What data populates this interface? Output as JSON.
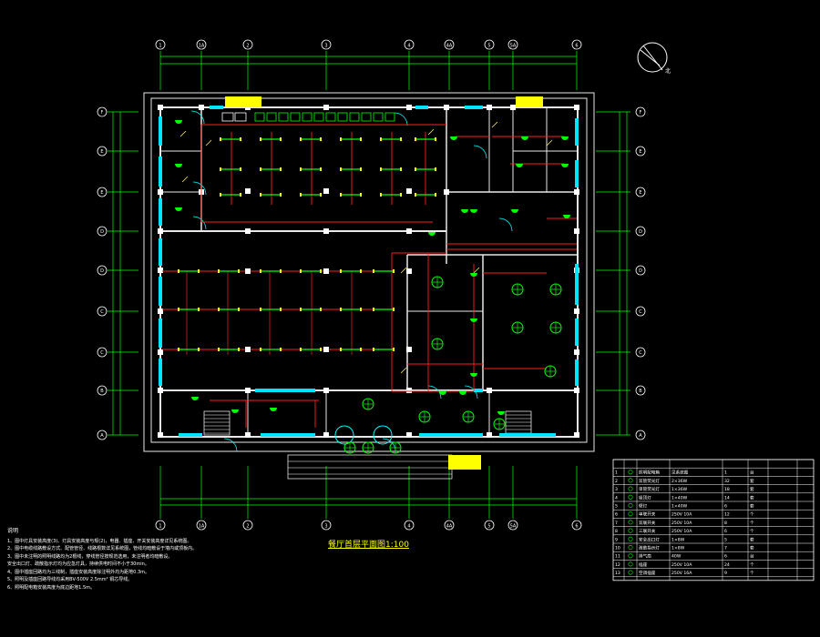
{
  "drawing_title": "餐厅首层平面图1:100",
  "north_label": "北",
  "notes_title": "说明",
  "notes": [
    "1、图中灯具安装高度(3)、灯具安装高度与规(2)，电器、插座、开关安装高度详见系统图。",
    "2、图中电缆线路敷设方式、配管管径、线路根数详见系统图，管线均暗敷设于墙内或顶板内。",
    "3、图中未注明的照明线路均为2根线，穿线管径按规范选用，未注明者均暗敷设。",
    "   安全出口灯、疏散指示灯均为应急灯具，持续供电时间不小于30min。",
    "4、图中插座回路均为三线制，插座安装高度除注明外均为距地0.3m。",
    "5、照明及插座回路导线均采用BV-500V 2.5mm² 铜芯导线。",
    "6、照明配电箱安装高度为底边距地1.5m。"
  ],
  "axis_labels_top": [
    "1",
    "1A",
    "2",
    "3",
    "4",
    "4A",
    "5",
    "5A",
    "6"
  ],
  "axis_labels_side": [
    "F",
    "E",
    "E",
    "D",
    "D",
    "C",
    "C",
    "B",
    "A"
  ],
  "legend_rows": [
    [
      "1",
      "照明配电箱",
      "见系统图",
      "1",
      "台"
    ],
    [
      "2",
      "双管荧光灯",
      "2×36W",
      "32",
      "套"
    ],
    [
      "3",
      "单管荧光灯",
      "1×36W",
      "18",
      "套"
    ],
    [
      "4",
      "吸顶灯",
      "1×40W",
      "14",
      "套"
    ],
    [
      "5",
      "壁灯",
      "1×40W",
      "6",
      "套"
    ],
    [
      "6",
      "单联开关",
      "250V 10A",
      "12",
      "个"
    ],
    [
      "7",
      "双联开关",
      "250V 10A",
      "8",
      "个"
    ],
    [
      "8",
      "三联开关",
      "250V 10A",
      "6",
      "个"
    ],
    [
      "9",
      "安全出口灯",
      "1×8W",
      "5",
      "套"
    ],
    [
      "10",
      "疏散指示灯",
      "1×8W",
      "7",
      "套"
    ],
    [
      "11",
      "排气扇",
      "40W",
      "6",
      "台"
    ],
    [
      "12",
      "插座",
      "250V 10A",
      "24",
      "个"
    ],
    [
      "13",
      "空调插座",
      "250V 16A",
      "9",
      "个"
    ]
  ],
  "colors": {
    "wall": "#e8e8e8",
    "axis": "#00ff00",
    "circuit": "#ff2020",
    "fixture": "#ffff00",
    "window": "#00e5ff",
    "door": "#00ffff",
    "legend_line": "#ffffff",
    "lamp": "#00ff00"
  }
}
